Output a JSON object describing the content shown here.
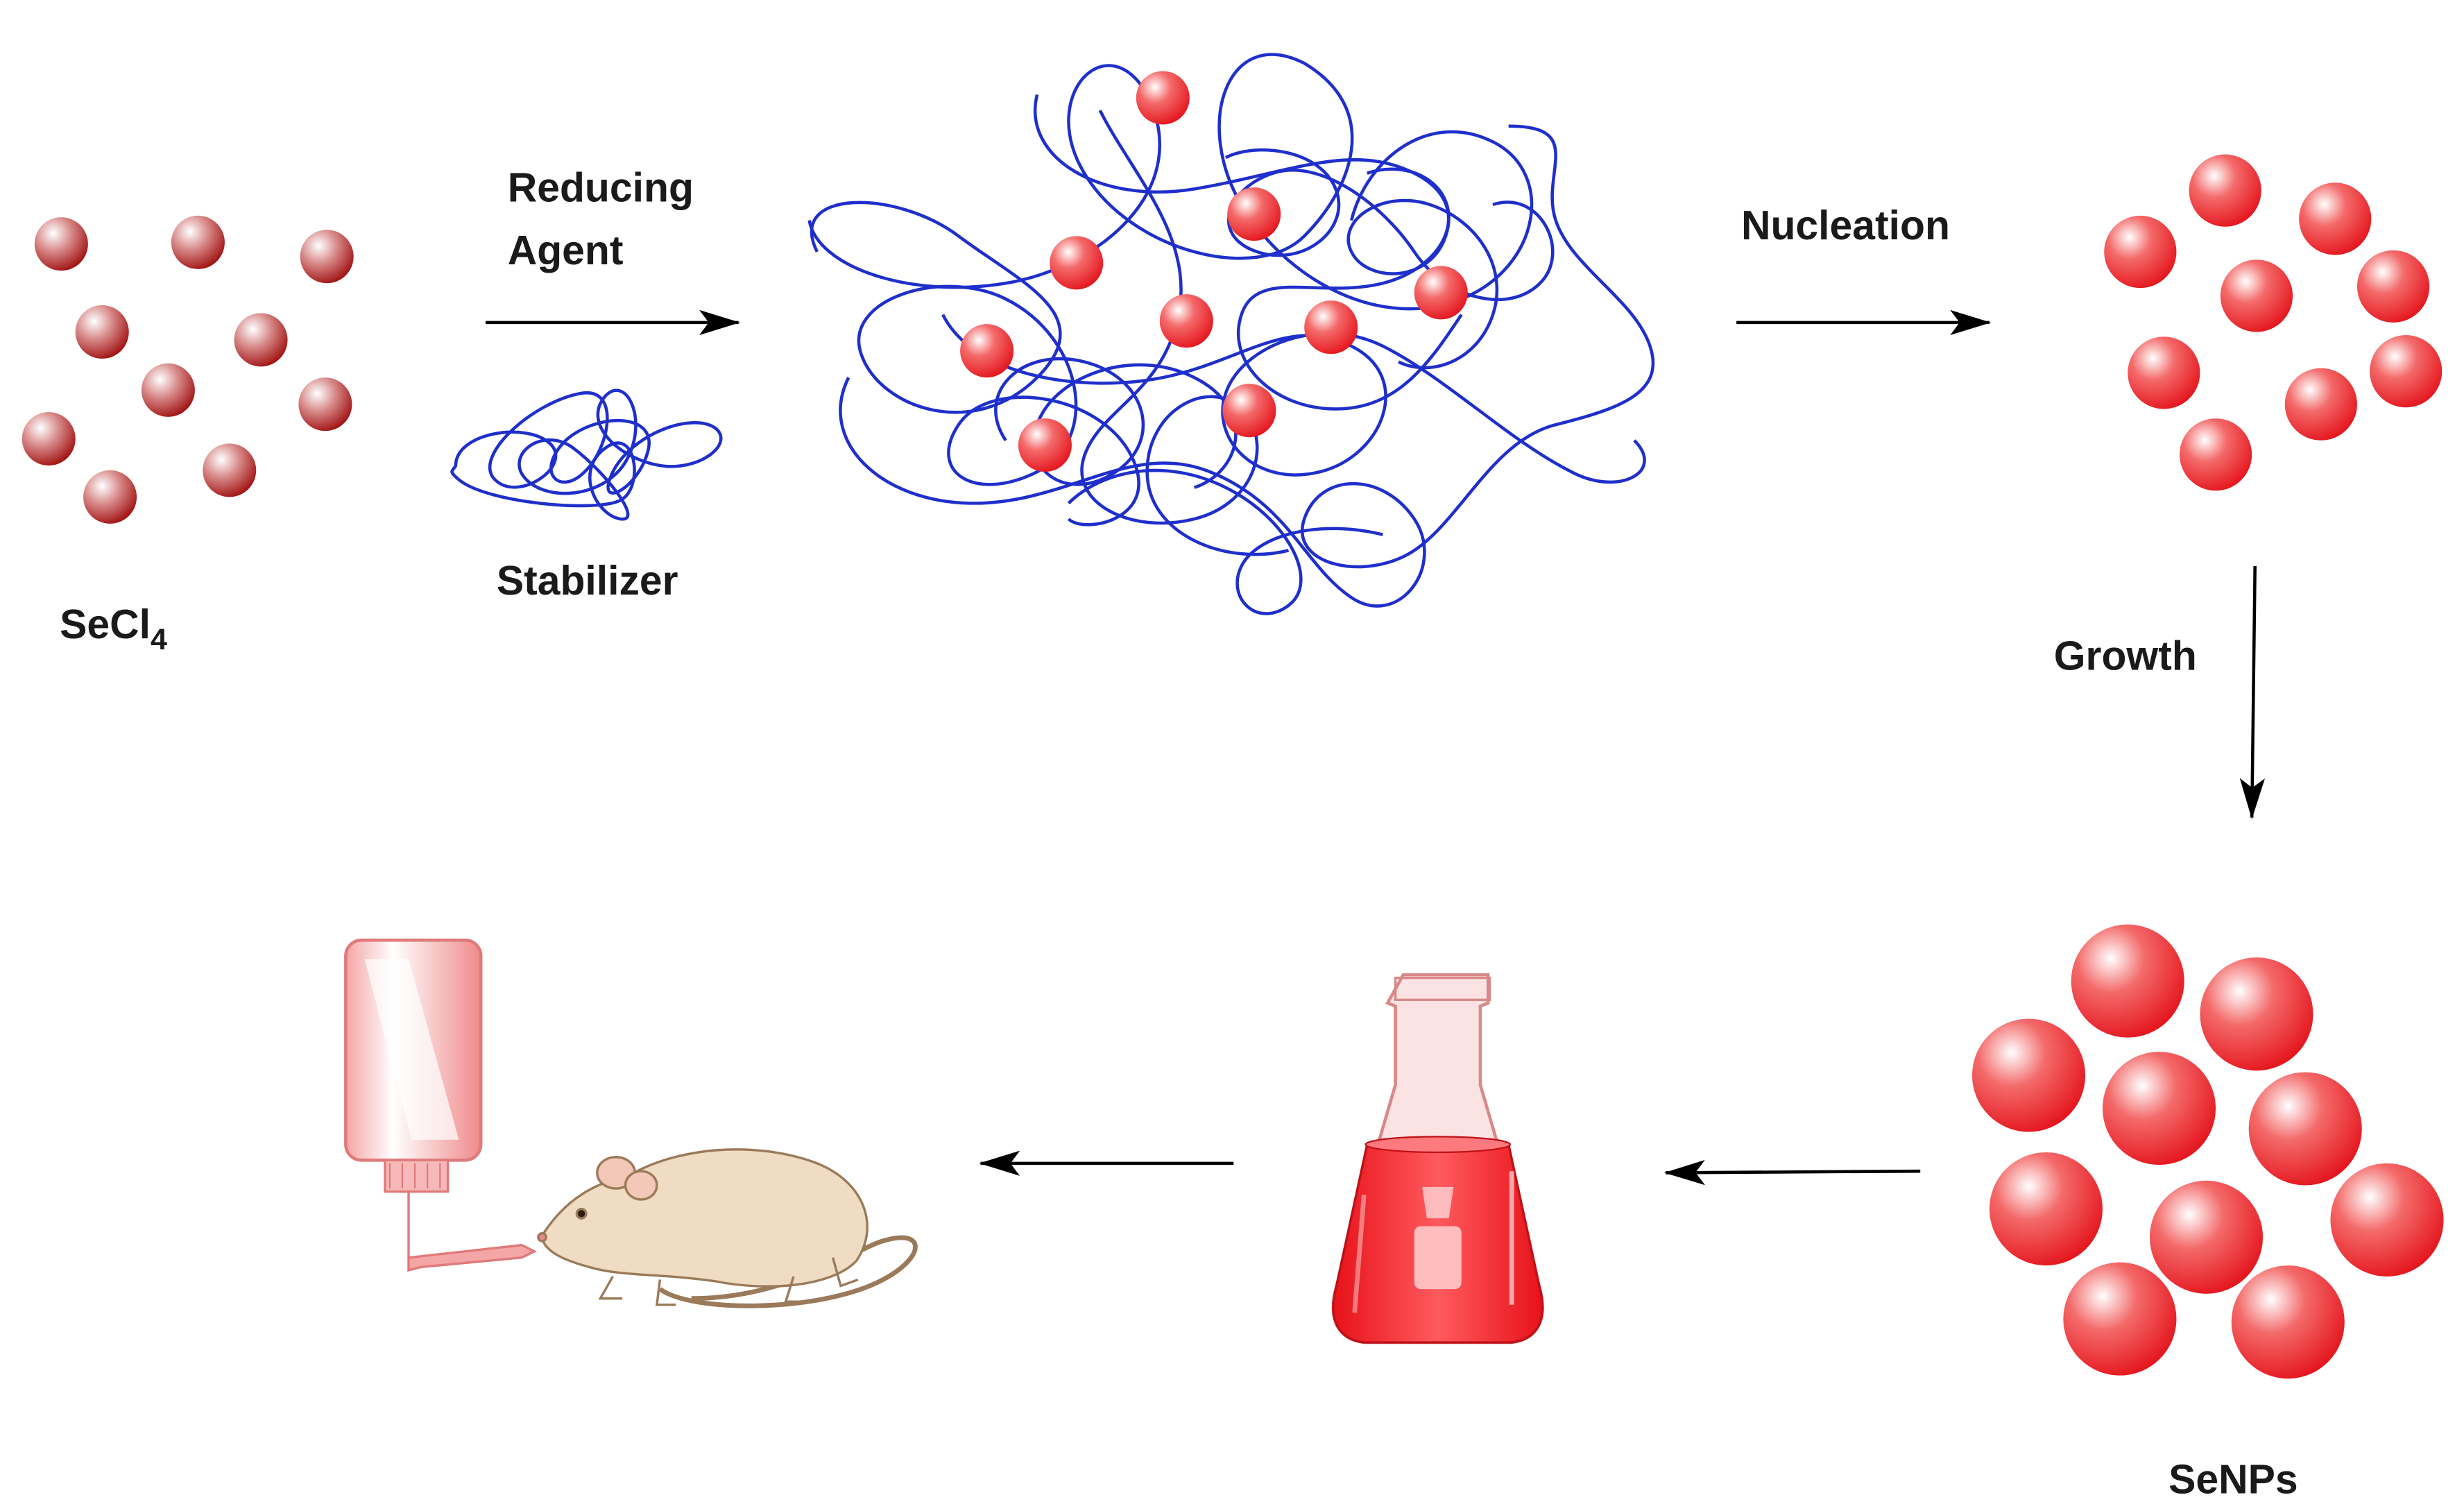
{
  "labels": {
    "precursor": "SeCl",
    "precursor_sub": "4",
    "reducing_line1": "Reducing",
    "reducing_line2": "Agent",
    "stabilizer": "Stabilizer",
    "nucleation": "Nucleation",
    "growth": "Growth",
    "product": "SeNPs"
  },
  "colors": {
    "precursor_particle": "#b01818",
    "nanoparticle": "#ee1c24",
    "polymer": "#1f2fcc",
    "arrow": "#000000",
    "solution": "#ee2a30",
    "bottle": "#f4a0a0",
    "rat": "#efdcc2"
  },
  "icons": [
    "arrow-right-icon",
    "arrow-down-icon",
    "arrow-left-icon",
    "erlenmeyer-flask-icon",
    "water-bottle-icon",
    "rat-icon"
  ]
}
